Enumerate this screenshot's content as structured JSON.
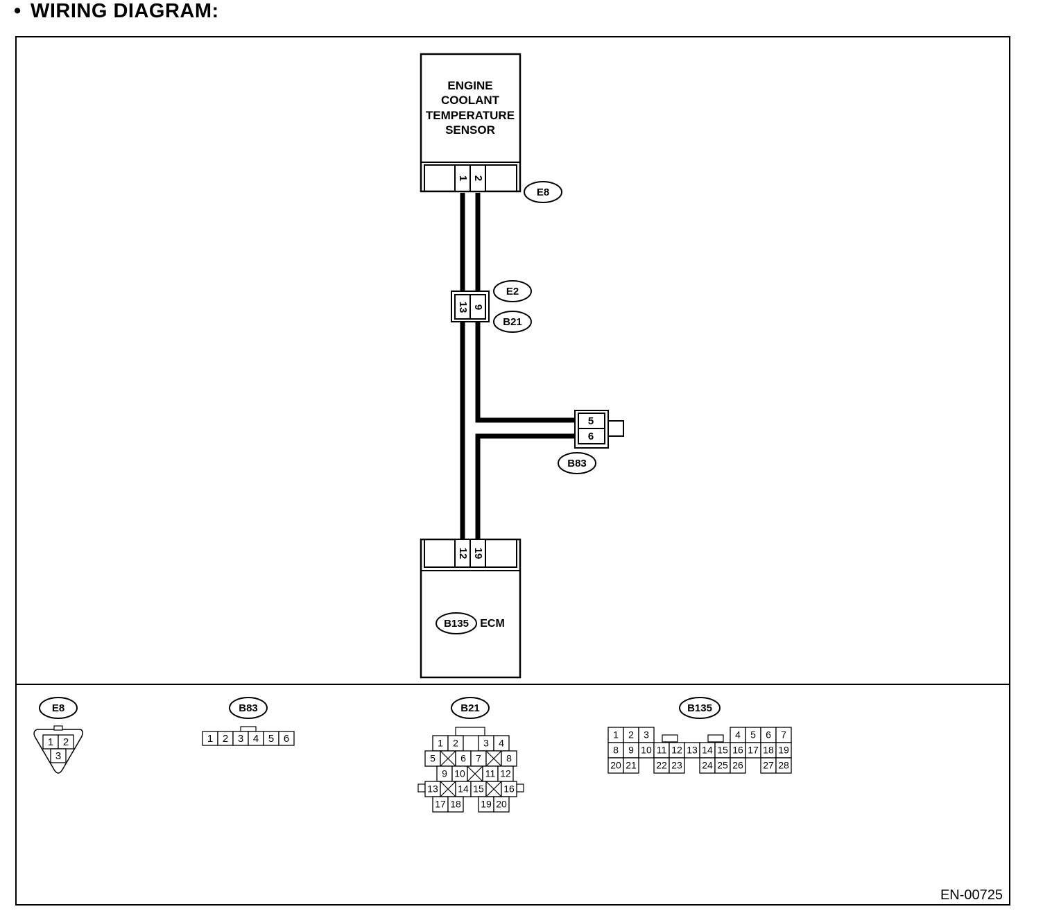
{
  "header": {
    "bullet": "•",
    "title": "WIRING DIAGRAM:"
  },
  "sensor": {
    "lines": [
      "ENGINE",
      "COOLANT",
      "TEMPERATURE",
      "SENSOR"
    ],
    "connector": "E8",
    "pins": [
      "1",
      "2"
    ]
  },
  "joint_connector": {
    "pins": [
      "13",
      "9"
    ],
    "labels": [
      "E2",
      "B21"
    ]
  },
  "b83_connector": {
    "label": "B83",
    "pins": [
      "5",
      "6"
    ]
  },
  "ecm": {
    "label": "ECM",
    "connector": "B135",
    "pins": [
      "12",
      "19"
    ]
  },
  "connector_views": {
    "e8": {
      "label": "E8",
      "pins": [
        "1",
        "2",
        "3"
      ]
    },
    "b83": {
      "label": "B83",
      "pins": [
        "1",
        "2",
        "3",
        "4",
        "5",
        "6"
      ]
    },
    "b21": {
      "label": "B21",
      "pins": [
        "1",
        "2",
        "3",
        "4",
        "5",
        "6",
        "7",
        "8",
        "9",
        "10",
        "11",
        "12",
        "13",
        "14",
        "15",
        "16",
        "17",
        "18",
        "19",
        "20"
      ]
    },
    "b135": {
      "label": "B135",
      "pins": [
        "1",
        "2",
        "3",
        "4",
        "5",
        "6",
        "7",
        "8",
        "9",
        "10",
        "11",
        "12",
        "13",
        "14",
        "15",
        "16",
        "17",
        "18",
        "19",
        "20",
        "21",
        "22",
        "23",
        "24",
        "25",
        "26",
        "27",
        "28"
      ]
    }
  },
  "figure_code": "EN-00725"
}
